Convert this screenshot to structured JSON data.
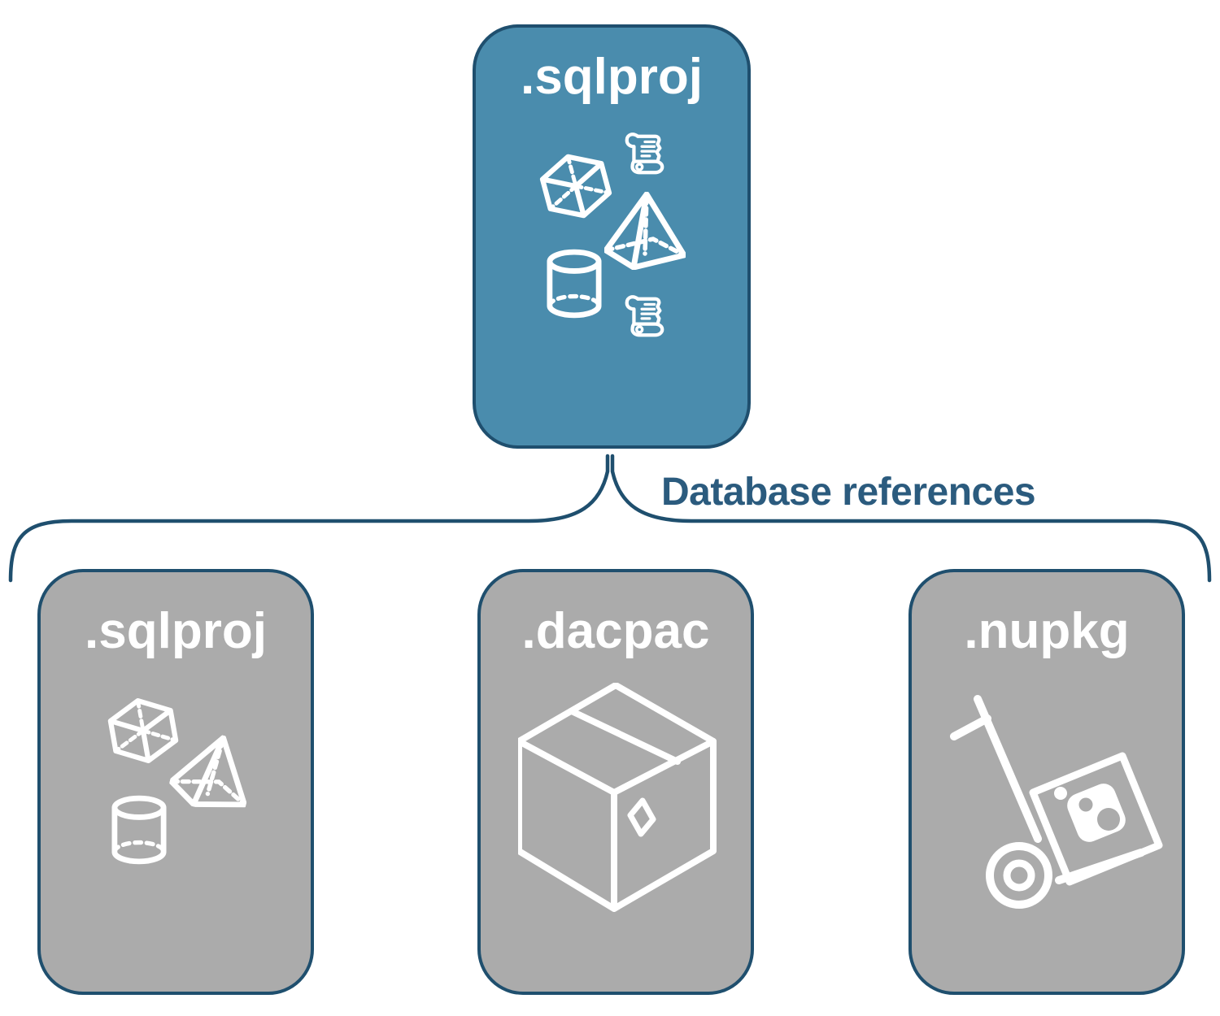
{
  "diagram": {
    "colors": {
      "node_accent_fill": "#4a8cad",
      "node_gray_fill": "#ababab",
      "outline": "#1f4f6e",
      "icon_stroke": "#ffffff",
      "label_text": "#2b5b7e",
      "background_color": "#ffffff"
    },
    "root_node": {
      "label": ".sqlproj",
      "icons": [
        "cube-icon",
        "scroll-icon",
        "pyramid-icon",
        "cylinder-icon",
        "scroll-icon"
      ]
    },
    "connector_label": "Database references",
    "child_nodes": [
      {
        "label": ".sqlproj",
        "icons": [
          "cube-icon",
          "pyramid-icon",
          "cylinder-icon"
        ]
      },
      {
        "label": ".dacpac",
        "icons": [
          "package-box-icon"
        ]
      },
      {
        "label": ".nupkg",
        "icons": [
          "nuget-handtruck-icon"
        ]
      }
    ]
  }
}
